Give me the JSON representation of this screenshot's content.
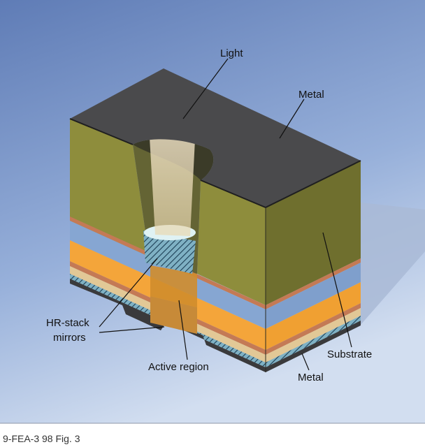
{
  "labels": {
    "light": "Light",
    "metal_top": "Metal",
    "hr_stack_line1": "HR-stack",
    "hr_stack_line2": "mirrors",
    "active_region": "Active region",
    "substrate": "Substrate",
    "metal_bottom": "Metal"
  },
  "caption": "9-FEA-3 98 Fig. 3",
  "colors": {
    "background_top": "#5f7cb6",
    "background_bottom": "#c9d7ec",
    "metal": "#4a4a4c",
    "substrate": "#8c8c3a",
    "mirror_blue": "#86a6d2",
    "active_orange": "#f4a53a",
    "copper": "#c87a54"
  }
}
